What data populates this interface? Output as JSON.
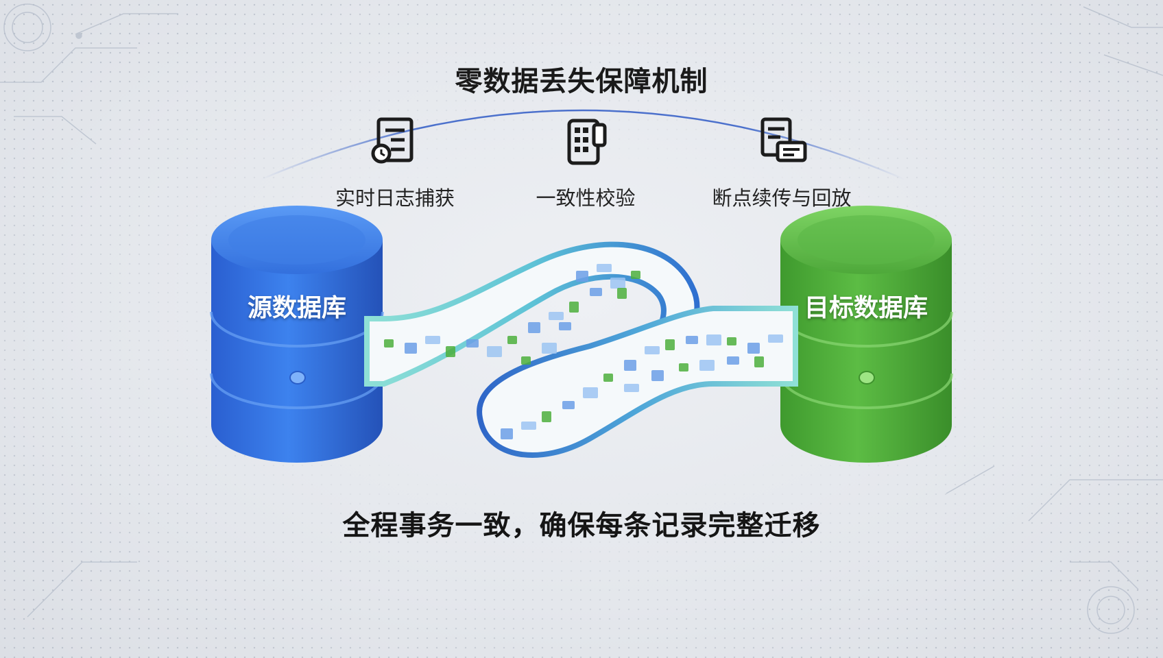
{
  "title": "零数据丢失保障机制",
  "features": [
    {
      "label": "实时日志捕获",
      "icon": "log-document-icon"
    },
    {
      "label": "一致性校验",
      "icon": "checksum-device-icon"
    },
    {
      "label": "断点续传与回放",
      "icon": "resume-replay-icon"
    }
  ],
  "source_db": {
    "label": "源数据库",
    "icon": "database-cylinder-icon",
    "color": "#2f6fdc"
  },
  "target_db": {
    "label": "目标数据库",
    "icon": "database-cylinder-icon",
    "color": "#4fae3a"
  },
  "tagline": "全程事务一致，确保每条记录完整迁移",
  "colors": {
    "blue": "#2f6fdc",
    "green": "#4fae3a",
    "arc": "#3a63c8",
    "stream": "#7fd6d0"
  }
}
